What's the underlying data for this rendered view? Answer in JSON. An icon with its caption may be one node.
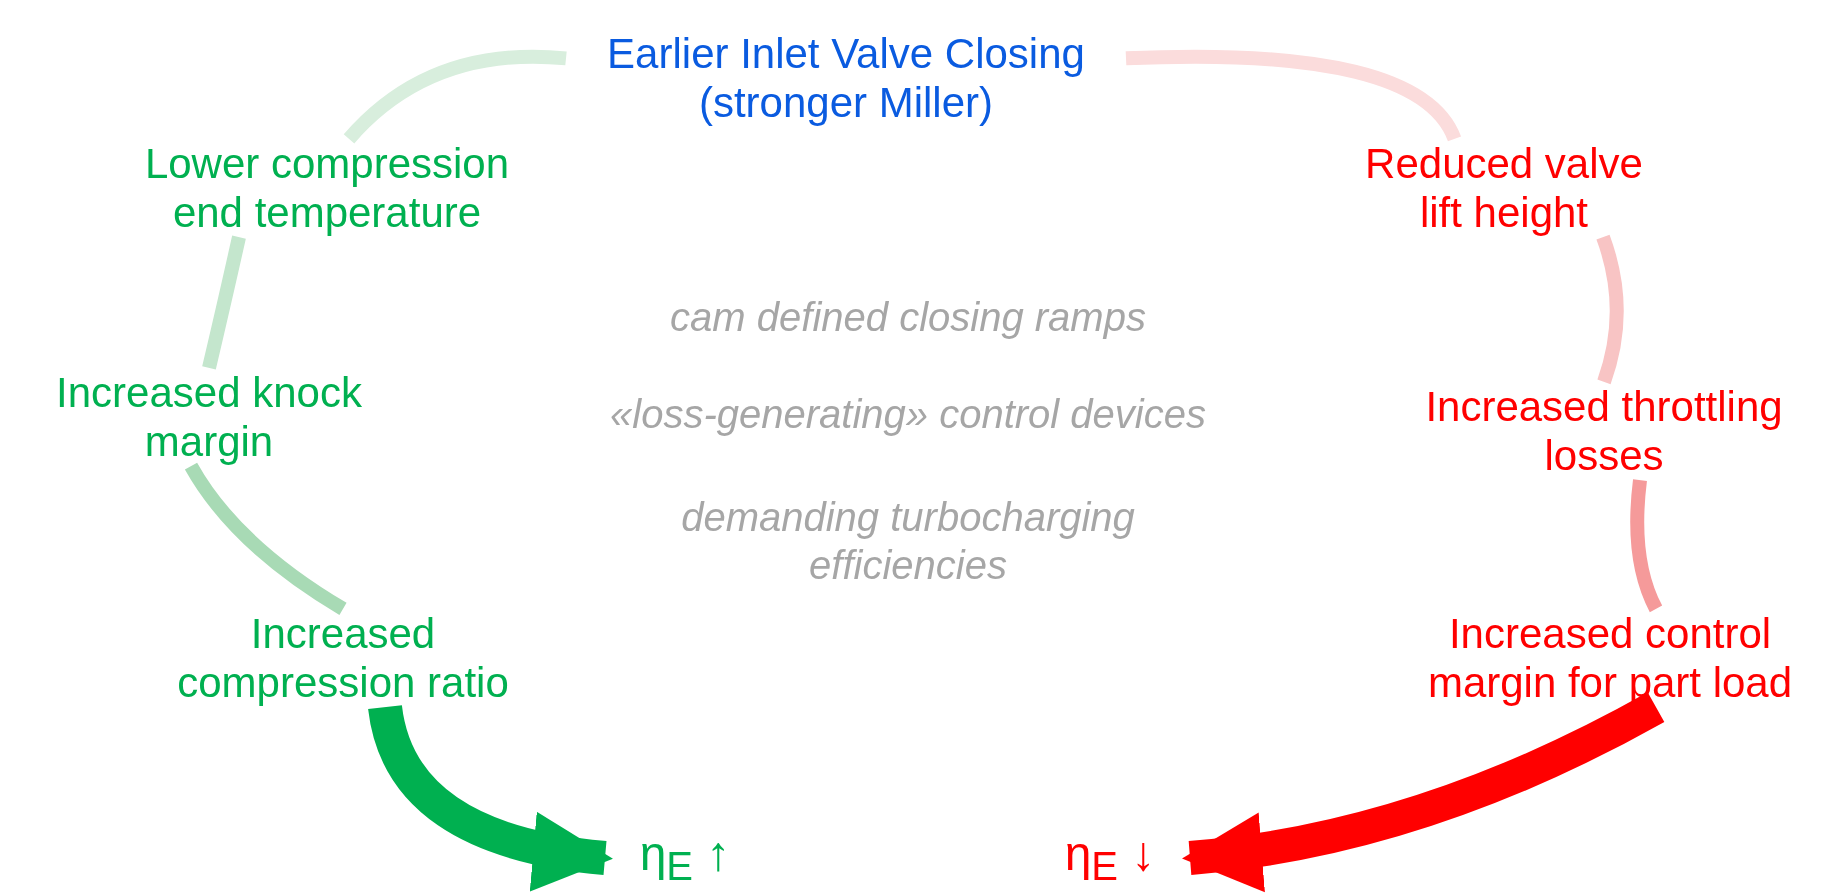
{
  "diagram": {
    "nodes": [
      {
        "text": [
          "Earlier Inlet Valve Closing (stronger Miller)"
        ]
      },
      {
        "text": [
          "Lower compression end temperature"
        ]
      },
      {
        "text": [
          "Reduced valve lift height"
        ]
      },
      {
        "text": [
          "Increased knock margin"
        ]
      },
      {
        "text": [
          "Increased throttling losses"
        ]
      },
      {
        "text": [
          "Increased compression ratio"
        ]
      },
      {
        "text": [
          "Increased control margin for part load"
        ]
      },
      {
        "text": [
          "η$_{E}$ ↑"
        ]
      },
      {
        "text": [
          "η$_{E}$ ↓"
        ]
      }
    ],
    "edges": [
      {
        "from": 0,
        "to": 1,
        "arrow": "none",
        "color": "#d8eedd"
      },
      {
        "from": 1,
        "to": 3,
        "arrow": "none",
        "color": "#c4e6cd"
      },
      {
        "from": 3,
        "to": 5,
        "arrow": "none",
        "color": "#a8dab5"
      },
      {
        "from": 5,
        "to": 7,
        "arrow": "to",
        "style": "thick",
        "color": "#00b050"
      },
      {
        "from": 0,
        "to": 2,
        "arrow": "none",
        "color": "#fbdcdc"
      },
      {
        "from": 2,
        "to": 4,
        "arrow": "none",
        "color": "#f8c4c4"
      },
      {
        "from": 4,
        "to": 6,
        "arrow": "none",
        "color": "#f59a9a"
      },
      {
        "from": 6,
        "to": 8,
        "arrow": "to",
        "style": "thick",
        "color": "#ff0000"
      }
    ],
    "labels": [
      "cam defined closing ramps",
      "«loss-generating» control devices",
      "demanding turbocharging efficiencies"
    ]
  }
}
